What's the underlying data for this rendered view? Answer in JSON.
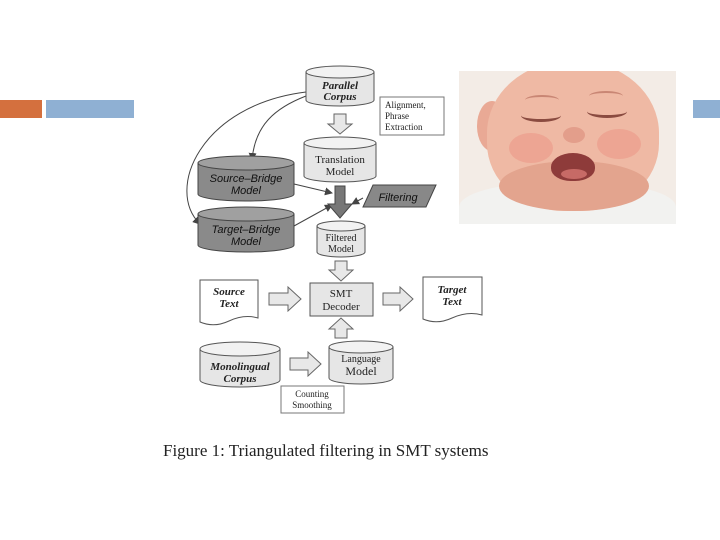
{
  "diagram": {
    "nodes": {
      "parallel_corpus": [
        "Parallel",
        "Corpus"
      ],
      "alignment_note": [
        "Alignment,",
        "Phrase",
        "Extraction"
      ],
      "translation_model": [
        "Translation",
        "Model"
      ],
      "source_bridge_model": [
        "Source–Bridge",
        "Model"
      ],
      "target_bridge_model": [
        "Target–Bridge",
        "Model"
      ],
      "filtering": "Filtering",
      "filtered_model": [
        "Filtered",
        "Model"
      ],
      "source_text": [
        "Source",
        "Text"
      ],
      "smt_decoder": [
        "SMT",
        "Decoder"
      ],
      "target_text": [
        "Target",
        "Text"
      ],
      "monolingual_corpus": [
        "Monolingual",
        "Corpus"
      ],
      "language_model": [
        "Language",
        "Model"
      ],
      "counting_note": [
        "Counting",
        "Smoothing"
      ]
    },
    "caption": "Figure 1: Triangulated filtering in SMT systems"
  },
  "colors": {
    "accent_orange": "#d4703e",
    "accent_blue": "#8fb0d3",
    "light_fill": "#e6e6e6",
    "dark_fill": "#8a8a8a"
  },
  "photo": {
    "icon": "crying-baby-photo"
  }
}
